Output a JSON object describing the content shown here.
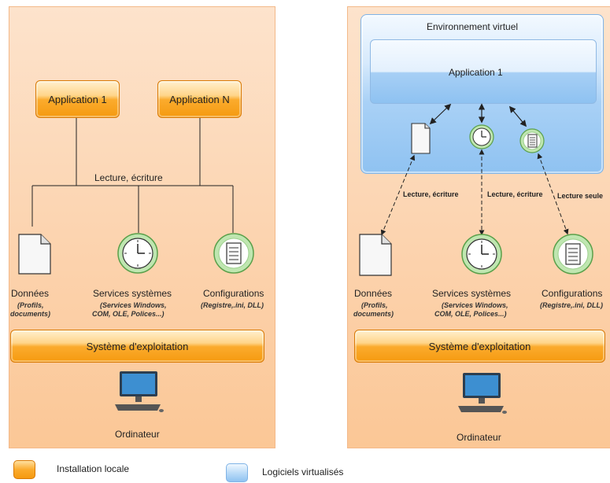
{
  "left": {
    "app1": "Application 1",
    "appN": "Application N",
    "rw": "Lecture, écriture",
    "donnees": "Données",
    "donnees_sub1": "(Profils,",
    "donnees_sub2": "documents)",
    "services": "Services systèmes",
    "services_sub1": "(Services Windows,",
    "services_sub2": "COM, OLE, Polices...)",
    "config": "Configurations",
    "config_sub": "(Registre,.ini, DLL)",
    "os": "Système d'exploitation",
    "computer": "Ordinateur"
  },
  "right": {
    "env": "Environnement virtuel",
    "app1": "Application 1",
    "rw1": "Lecture, écriture",
    "rw2": "Lecture, écriture",
    "ro": "Lecture seule",
    "donnees": "Données",
    "donnees_sub1": "(Profils,",
    "donnees_sub2": "documents)",
    "services": "Services systèmes",
    "services_sub1": "(Services Windows,",
    "services_sub2": "COM, OLE, Polices...)",
    "config": "Configurations",
    "config_sub": "(Registre,.ini, DLL)",
    "os": "Système d'exploitation",
    "computer": "Ordinateur"
  },
  "legend": {
    "local": "Installation locale",
    "virtual": "Logiciels virtualisés"
  },
  "colors": {
    "panel": "#fcd3ae",
    "orange": "#f59a10",
    "blue": "#8fc2f1"
  }
}
